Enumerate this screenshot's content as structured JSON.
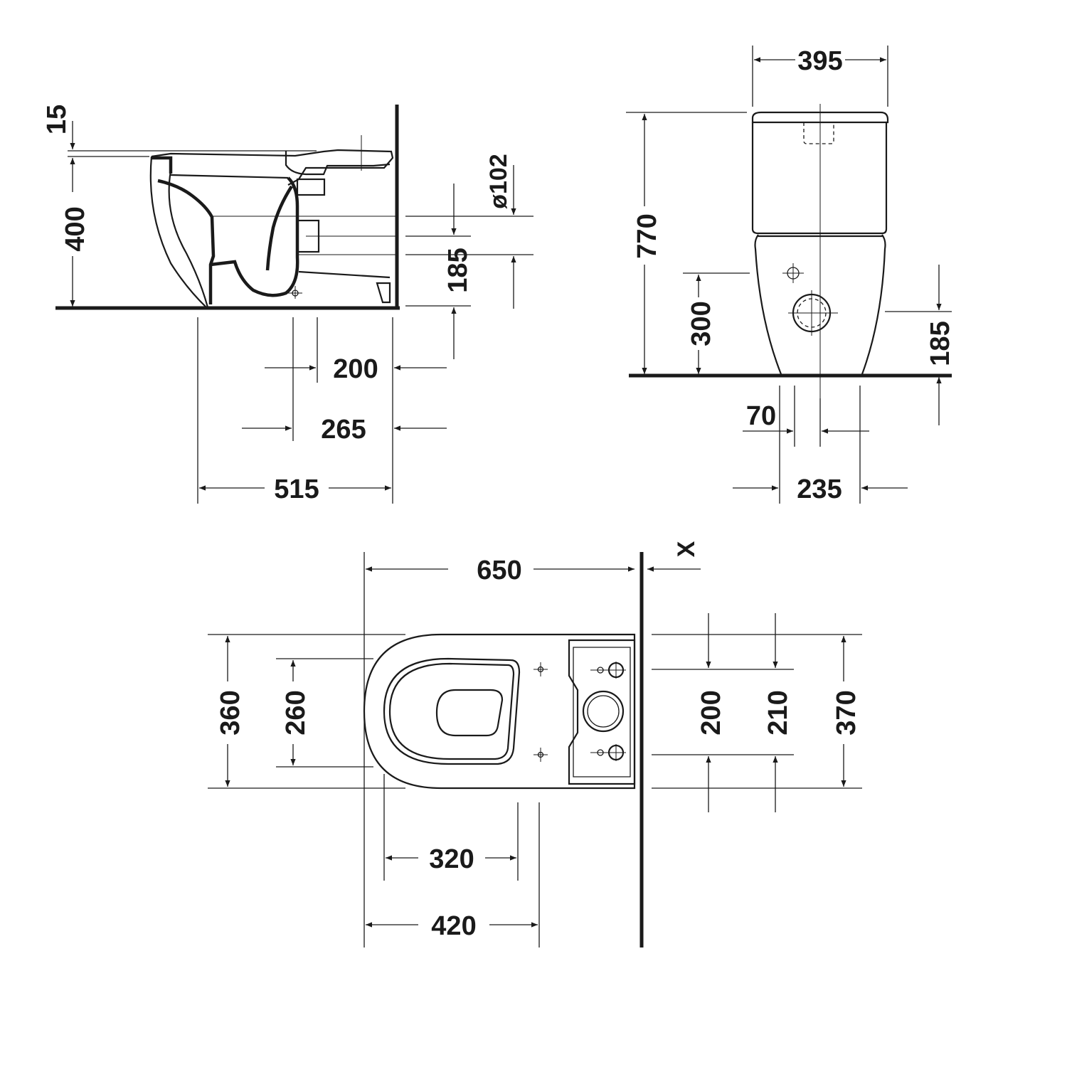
{
  "side_view": {
    "dim_15": "15",
    "dim_400": "400",
    "dim_102": "ø102",
    "dim_185": "185",
    "dim_200": "200",
    "dim_265": "265",
    "dim_515": "515"
  },
  "front_view": {
    "dim_395": "395",
    "dim_770": "770",
    "dim_300": "300",
    "dim_185": "185",
    "dim_70": "70",
    "dim_235": "235"
  },
  "top_view": {
    "dim_650": "650",
    "dim_x": "X",
    "dim_360": "360",
    "dim_260": "260",
    "dim_200": "200",
    "dim_210": "210",
    "dim_370": "370",
    "dim_320": "320",
    "dim_420": "420"
  }
}
